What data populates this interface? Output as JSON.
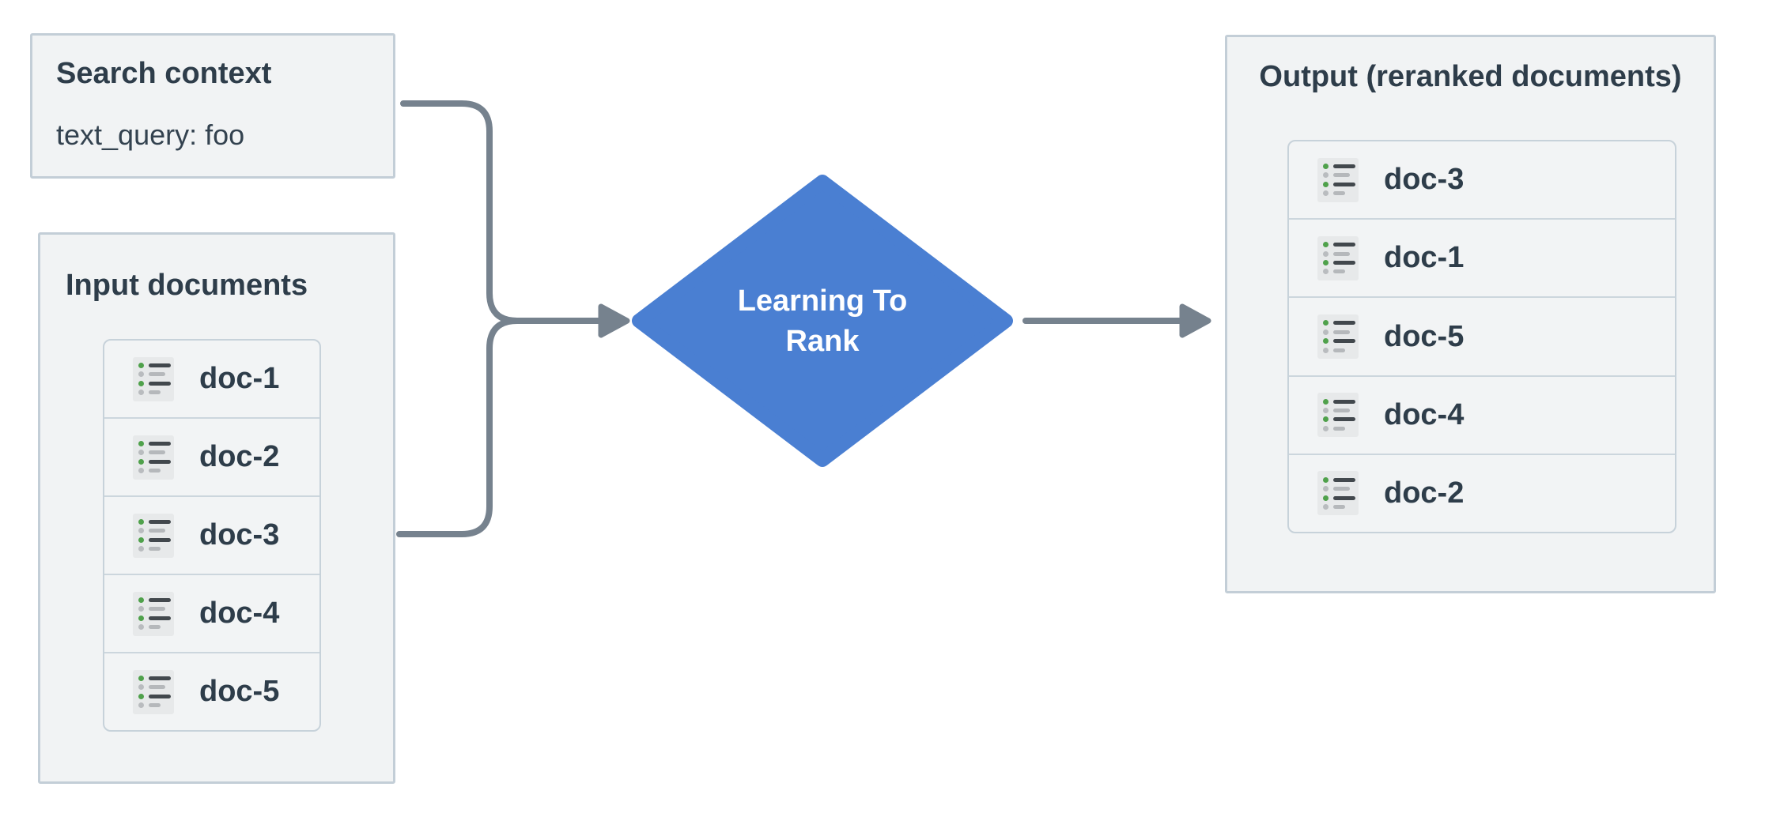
{
  "diagram": {
    "search_context": {
      "title": "Search context",
      "query_line": "text_query: foo"
    },
    "input_documents": {
      "title": "Input documents",
      "docs": [
        {
          "label": "doc-1"
        },
        {
          "label": "doc-2"
        },
        {
          "label": "doc-3"
        },
        {
          "label": "doc-4"
        },
        {
          "label": "doc-5"
        }
      ]
    },
    "process": {
      "label": "Learning To Rank"
    },
    "output_documents": {
      "title": "Output (reranked documents)",
      "docs": [
        {
          "label": "doc-3"
        },
        {
          "label": "doc-1"
        },
        {
          "label": "doc-5"
        },
        {
          "label": "doc-4"
        },
        {
          "label": "doc-2"
        }
      ]
    },
    "icons": {
      "doc_icon": "list-icon"
    },
    "colors": {
      "diamond_blue": "#4a7fd2",
      "connector_gray": "#76828e",
      "box_fill": "#f1f3f4",
      "box_border": "#c3ced7",
      "inner_border": "#c7d2da",
      "text_dark": "#2e3d4a",
      "icon_green": "#4fa14b",
      "icon_gray": "#b9bcbf",
      "process_text": "#ffffff"
    }
  }
}
